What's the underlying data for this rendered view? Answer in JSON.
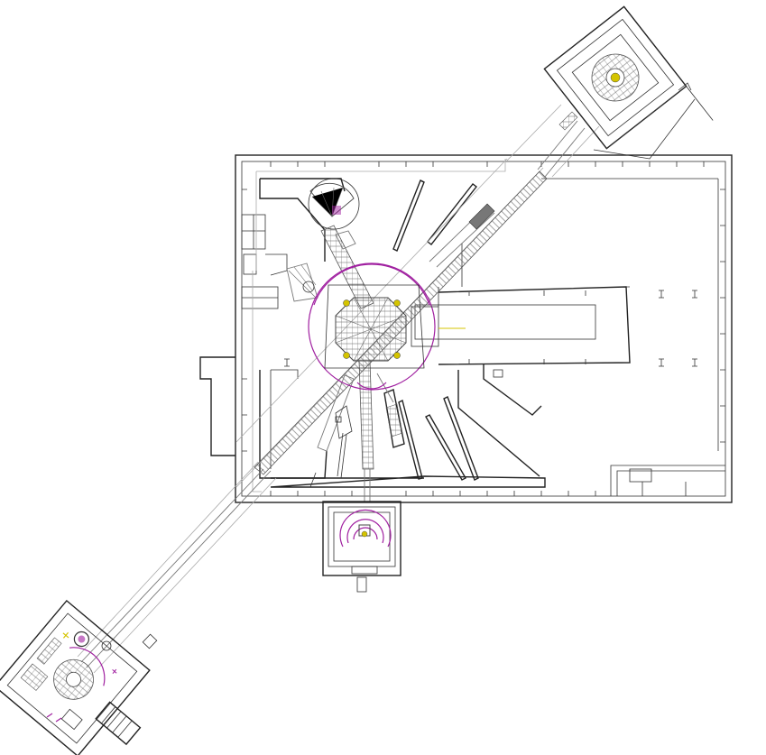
{
  "colors": {
    "wall": "#222222",
    "equipment": "#777777",
    "accent": "#a020a0",
    "highlight": "#d4c400",
    "background": "#ffffff"
  },
  "icons": {
    "target_chamber": "octagon-with-circle",
    "experiment_station": "circular-detector",
    "columns": "i-beam-marks"
  }
}
